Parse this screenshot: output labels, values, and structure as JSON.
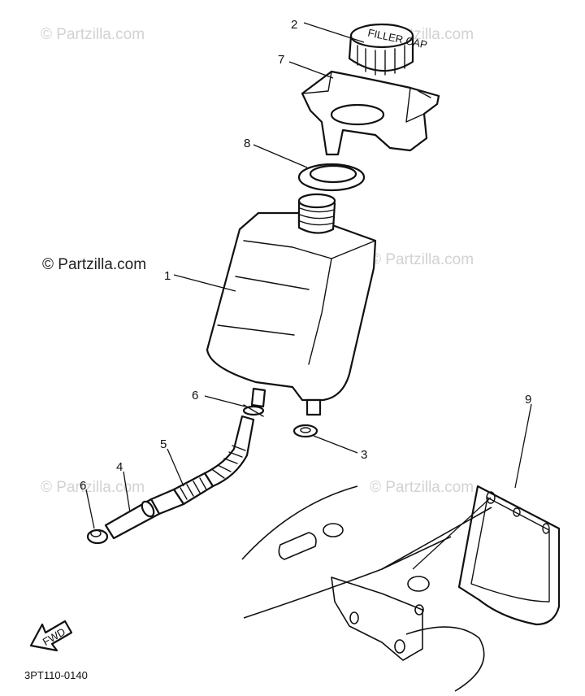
{
  "watermarks": {
    "brand": "© Partzilla.com",
    "prominent": "© Partzilla.com"
  },
  "callouts": {
    "c1": "1",
    "c2": "2",
    "c3": "3",
    "c4": "4",
    "c5": "5",
    "c6a": "6",
    "c6b": "6",
    "c7": "7",
    "c8": "8",
    "c9": "9"
  },
  "cap_text": "FILLER CAP",
  "fwd_label": "FWD",
  "diagram_code": "3PT110-0140"
}
